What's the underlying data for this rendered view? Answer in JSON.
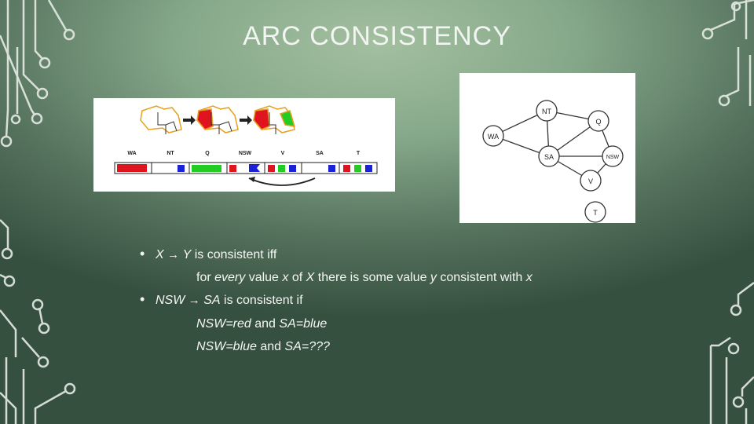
{
  "slide": {
    "title": "ARC CONSISTENCY",
    "bullet_symbol": "•",
    "bullets": [
      {
        "from": "X",
        "arrow": "→",
        "to": "Y",
        "rest": "is consistent iff",
        "sub": [
          {
            "p1": "for ",
            "p2": "every",
            "p3": " value ",
            "p4": "x",
            "p5": " of ",
            "p6": "X",
            "p7": " there is some value ",
            "p8": "y",
            "p9": " consistent with ",
            "p10": "x"
          }
        ]
      },
      {
        "from": "NSW",
        "arrow": "→",
        "to": "SA",
        "rest": "is consistent if",
        "sub": [
          {
            "a": "NSW=red",
            "b": " and ",
            "c": "SA=blue"
          },
          {
            "a": "NSW=blue",
            "b": " and ",
            "c": "SA=???"
          }
        ]
      }
    ]
  },
  "figure_map": {
    "labels": [
      "WA",
      "NT",
      "Q",
      "NSW",
      "V",
      "SA",
      "T"
    ],
    "colors": {
      "red": "#e0141e",
      "green": "#22cc22",
      "blue": "#1a22d8",
      "outline": "#e8a020"
    }
  },
  "figure_graph": {
    "nodes": [
      "NT",
      "Q",
      "WA",
      "SA",
      "NSW",
      "V",
      "T"
    ]
  },
  "theme": {
    "text": "#f4f6f3",
    "circuit": "#e8ede6"
  }
}
